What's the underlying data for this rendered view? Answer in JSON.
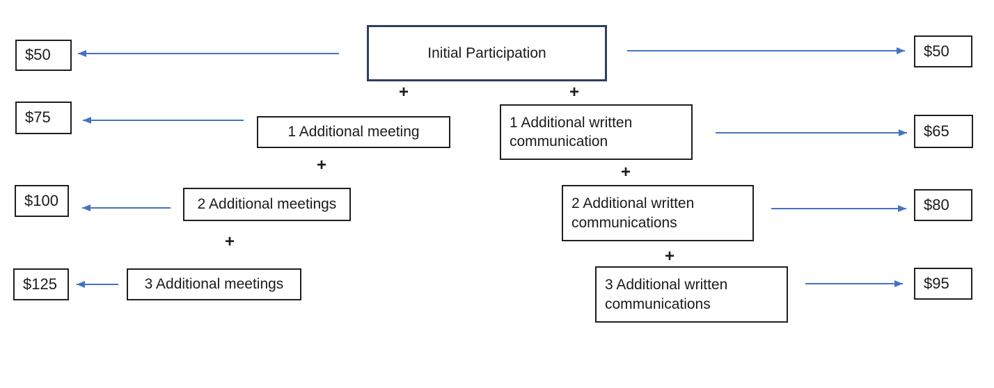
{
  "diagram": {
    "root": {
      "label": "Initial Participation"
    },
    "plus_sign": "+",
    "left_branch": {
      "steps": [
        {
          "label": "1 Additional meeting",
          "value": "$75"
        },
        {
          "label": "2 Additional meetings",
          "value": "$100"
        },
        {
          "label": "3 Additional meetings",
          "value": "$125"
        }
      ],
      "initial_value": "$50"
    },
    "right_branch": {
      "steps": [
        {
          "label": "1 Additional written communication",
          "value": "$65"
        },
        {
          "label": "2 Additional written communications",
          "value": "$80"
        },
        {
          "label": "3 Additional written communications",
          "value": "$95"
        }
      ],
      "initial_value": "$50"
    },
    "colors": {
      "arrow_blue": "#4472C4",
      "root_border": "#2e3f5e",
      "box_border": "#1f1f1f",
      "background": "#ffffff"
    }
  }
}
